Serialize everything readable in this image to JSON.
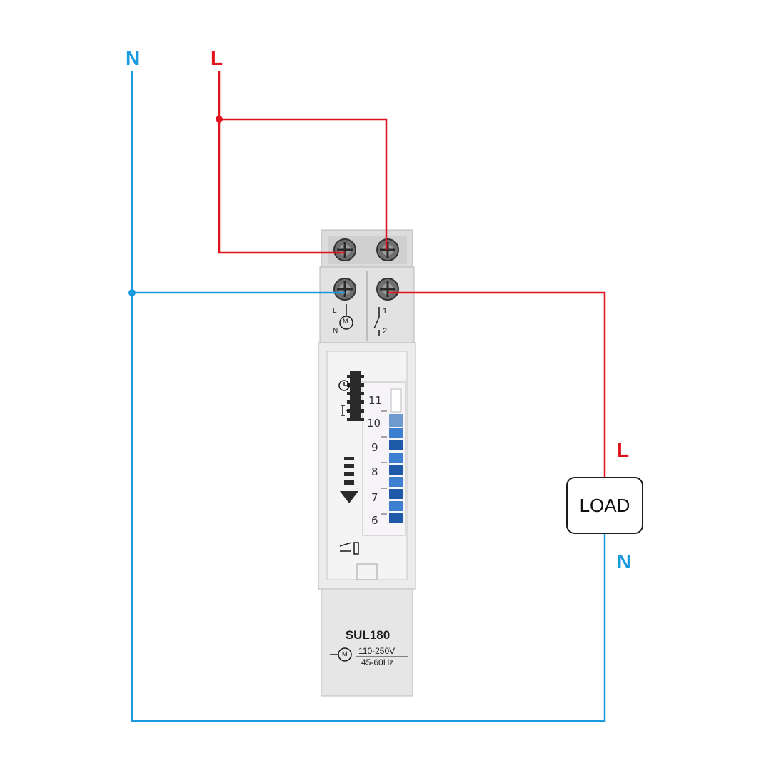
{
  "labels": {
    "neutral_top": "N",
    "line_top": "L",
    "line_load": "L",
    "neutral_load": "N"
  },
  "load": {
    "label": "LOAD"
  },
  "device": {
    "model": "SUL180",
    "voltage": "110-250V",
    "frequency": "45-60Hz",
    "motor_symbol": "M",
    "terminal_marks": {
      "left_top": "L",
      "left_bottom": "N",
      "right_top": "1",
      "right_bottom": "2"
    },
    "dial_numbers": [
      "11",
      "10",
      "9",
      "8",
      "7",
      "6"
    ]
  },
  "colors": {
    "neutral": "#1a9be0",
    "line": "#e0141e"
  }
}
